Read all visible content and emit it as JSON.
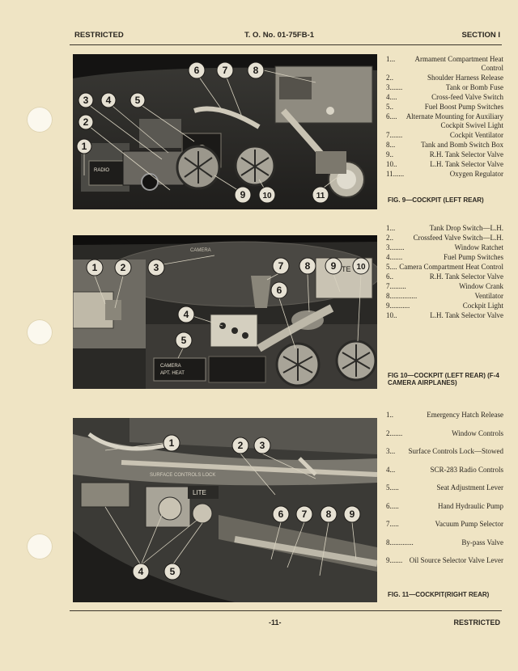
{
  "header": {
    "left": "RESTRICTED",
    "center": "T. O. No. 01-75FB-1",
    "right": "SECTION I"
  },
  "footer": {
    "page_number": "-11-",
    "right": "RESTRICTED"
  },
  "figures": [
    {
      "caption": "FIG. 9—COCKPIT (LEFT REAR)",
      "photo_texts": [
        "RADIO"
      ],
      "legend": [
        {
          "num": "1",
          "text": "Armament Compartment Heat Control"
        },
        {
          "num": "2",
          "text": "Shoulder Harness Release"
        },
        {
          "num": "3",
          "text": "Tank or Bomb Fuse"
        },
        {
          "num": "4",
          "text": "Cross-feed Valve Switch"
        },
        {
          "num": "5",
          "text": "Fuel Boost Pump Switches"
        },
        {
          "num": "6",
          "text": "Alternate Mounting for Auxiliary Cockpit Swivel Light"
        },
        {
          "num": "7",
          "text": "Cockpit Ventilator"
        },
        {
          "num": "8",
          "text": "Tank and Bomb Switch Box"
        },
        {
          "num": "9",
          "text": "R.H. Tank Selector Valve"
        },
        {
          "num": "10",
          "text": "L.H. Tank Selector Valve"
        },
        {
          "num": "11",
          "text": "Oxygen Regulator"
        }
      ]
    },
    {
      "caption": "FIG 10—COCKPIT (LEFT REAR) (F-4 CAMERA AIRPLANES)",
      "photo_texts": [
        "CAMERA",
        "CAMERA",
        "APT. HEAT",
        "TE"
      ],
      "legend": [
        {
          "num": "1",
          "text": "Tank Drop Switch—L.H."
        },
        {
          "num": "2",
          "text": "Crossfeed Valve Switch—L.H."
        },
        {
          "num": "3",
          "text": "Window Ratchet"
        },
        {
          "num": "4",
          "text": "Fuel Pump Switches"
        },
        {
          "num": "5",
          "text": "Camera Compartment Heat Control"
        },
        {
          "num": "6",
          "text": "R.H. Tank Selector Valve"
        },
        {
          "num": "7",
          "text": "Window Crank"
        },
        {
          "num": "8",
          "text": "Ventilator"
        },
        {
          "num": "9",
          "text": "Cockpit Light"
        },
        {
          "num": "10",
          "text": "L.H. Tank Selector Valve"
        }
      ]
    },
    {
      "caption": "FIG. 11—COCKPIT(RIGHT REAR)",
      "photo_texts": [
        "LITE",
        "SURFACE CONTROLS LOCK"
      ],
      "legend": [
        {
          "num": "1",
          "text": "Emergency Hatch Release"
        },
        {
          "num": "2",
          "text": "Window Controls"
        },
        {
          "num": "3",
          "text": "Surface Controls Lock—Stowed"
        },
        {
          "num": "4",
          "text": "SCR-283 Radio Controls"
        },
        {
          "num": "5",
          "text": "Seat Adjustment Lever"
        },
        {
          "num": "6",
          "text": "Hand Hydraulic Pump"
        },
        {
          "num": "7",
          "text": "Vacuum Pump Selector"
        },
        {
          "num": "8",
          "text": "By-pass Valve"
        },
        {
          "num": "9",
          "text": "Oil Source Selector Valve Lever"
        }
      ]
    }
  ]
}
